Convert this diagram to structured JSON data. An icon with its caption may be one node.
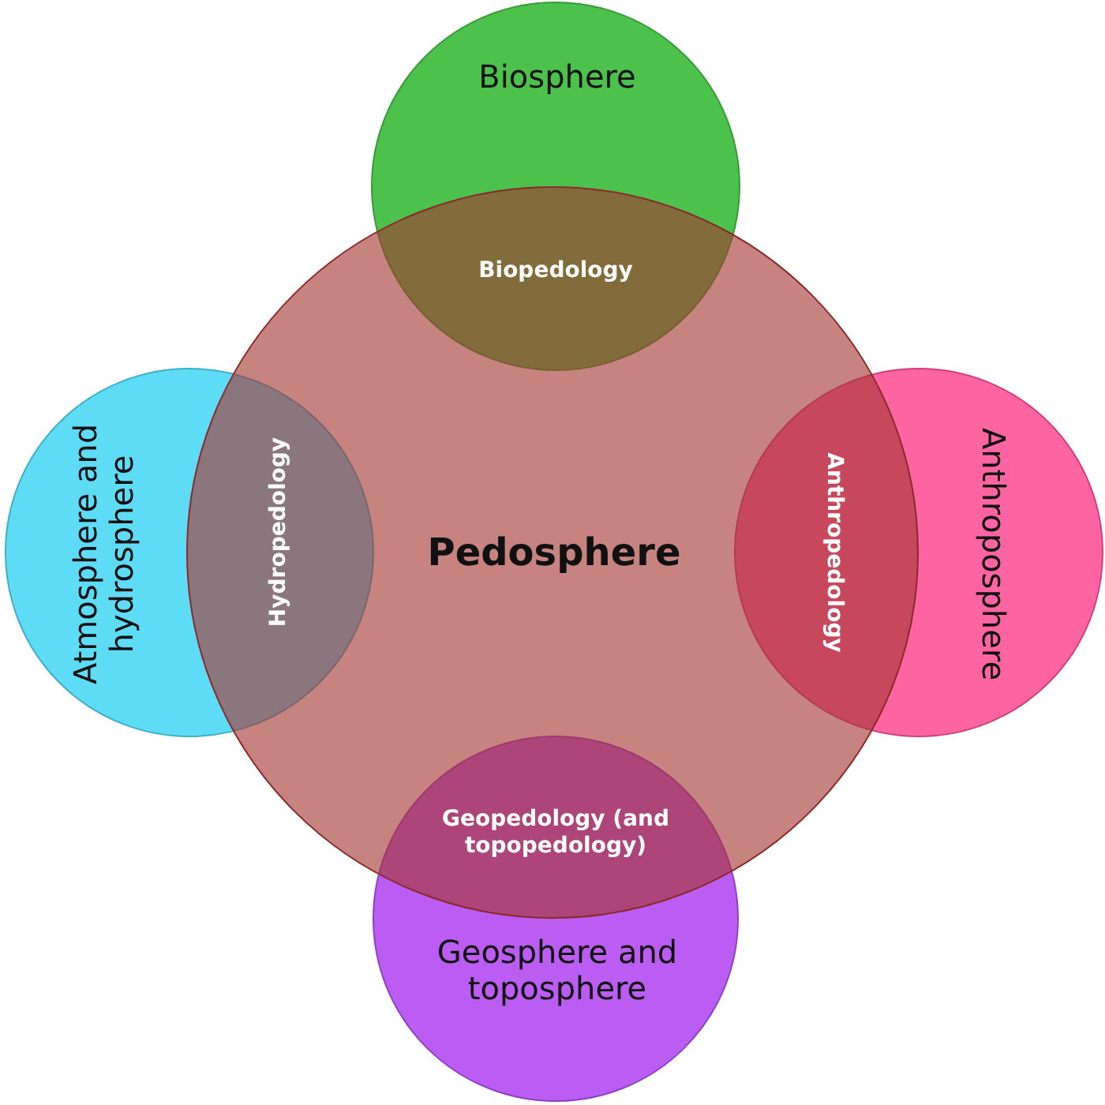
{
  "diagram": {
    "nodes": [
      {
        "text": [
          "Biosphere"
        ]
      },
      {
        "text": [
          "Atmosphere and hydrosphere"
        ]
      },
      {
        "text": [
          "Pedosphere"
        ]
      },
      {
        "text": [
          "Anthroposphere"
        ]
      },
      {
        "text": [
          "Geosphere and toposphere"
        ]
      }
    ],
    "labels": [
      "Biopedology",
      "Hydropedology",
      "Anthropedology",
      "Geopedology (and topopedology)"
    ]
  }
}
